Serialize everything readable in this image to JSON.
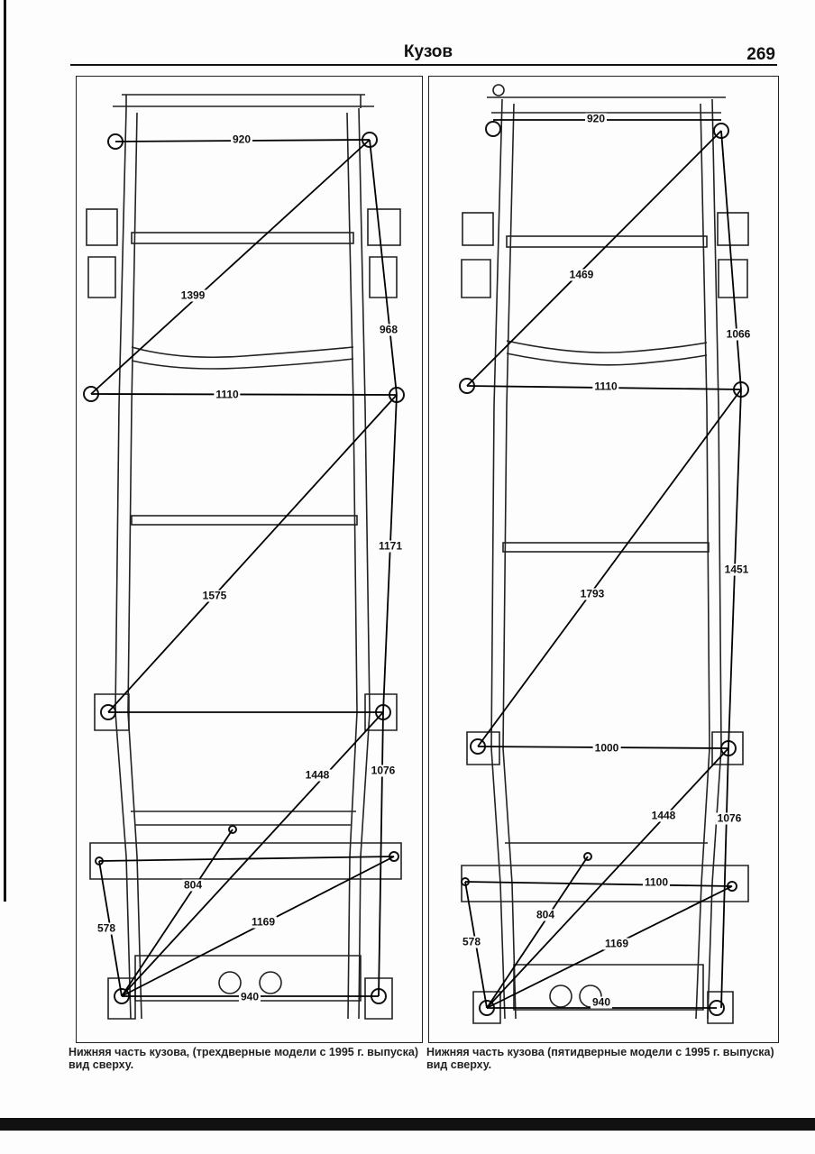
{
  "header": {
    "title": "Кузов",
    "page_number": "269"
  },
  "left_figure": {
    "caption": "Нижняя часть кузова, (трехдверные модели с 1995 г. выпуска) вид сверху.",
    "dimensions": [
      "920",
      "1399",
      "968",
      "1110",
      "1575",
      "1171",
      "1448",
      "1076",
      "804",
      "578",
      "1169",
      "940"
    ]
  },
  "right_figure": {
    "caption": "Нижняя часть кузова (пятидверные модели с 1995 г. выпуска) вид сверху.",
    "dimensions": [
      "920",
      "1469",
      "1066",
      "1110",
      "1793",
      "1451",
      "1000",
      "1448",
      "1076",
      "1100",
      "804",
      "578",
      "1169",
      "940"
    ]
  }
}
